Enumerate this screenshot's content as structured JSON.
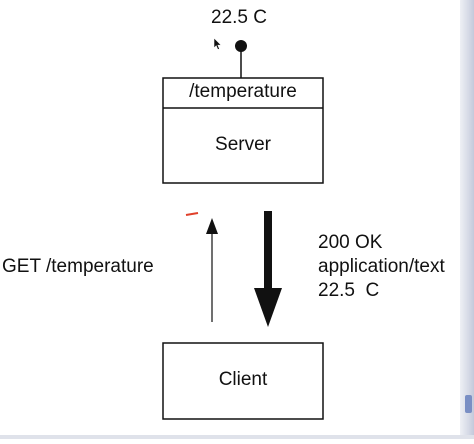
{
  "resource_value": "22.5 C",
  "server": {
    "path_label": "/temperature",
    "name": "Server"
  },
  "client": {
    "name": "Client"
  },
  "request": {
    "label": "GET /temperature"
  },
  "response": {
    "status": "200 OK",
    "content_type": "application/text",
    "body": "22.5  C"
  }
}
